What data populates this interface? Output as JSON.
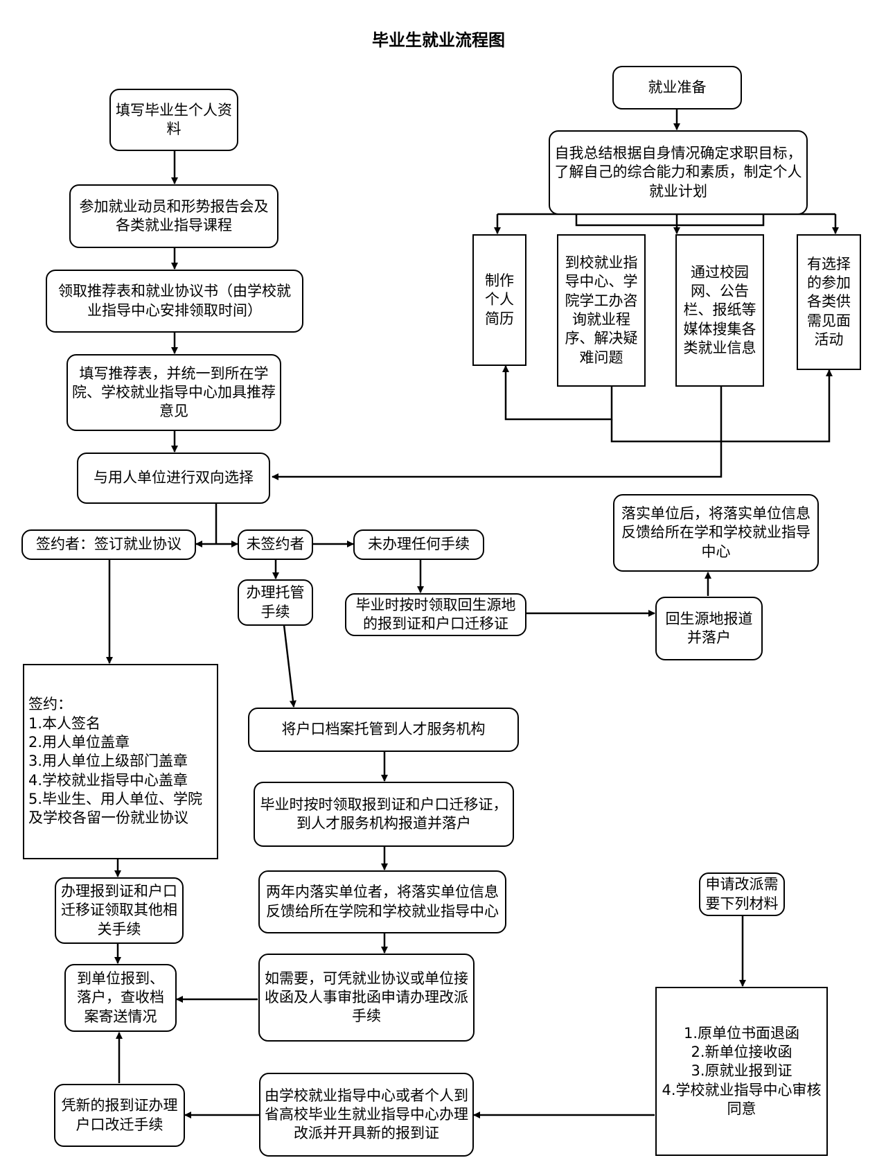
{
  "title": "毕业生就业流程图",
  "nodes": {
    "fill_info": "填写毕业生个人资料",
    "attend_meeting": "参加就业动员和形势报告会及各类就业指导课程",
    "get_forms": "领取推荐表和就业协议书（由学校就业指导中心安排领取时间）",
    "fill_recommend": "填写推荐表，并统一到所在学院、学校就业指导中心加具推荐意见",
    "two_way_select": "与用人单位进行双向选择",
    "signed": "签约者：签订就业协议",
    "unsigned": "未签约者",
    "no_procedure": "未办理任何手续",
    "custody_procedure": "办理托管手续",
    "get_registration_home": "毕业时按时领取回生源地的报到证和户口迁移证",
    "return_home": "回生源地报道并落户",
    "feedback_home": "落实单位后，将落实单位信息反馈给所在学和学校就业指导中心",
    "sign_steps": "签约：\n1.本人签名\n2.用人单位盖章\n3.用人单位上级部门盖章\n4.学校就业指导中心盖章\n5.毕业生、用人单位、学院及学校各留一份就业协议",
    "custody_talent": "将户口档案托管到人才服务机构",
    "get_registration_talent": "毕业时按时领取报到证和户口迁移证，到人才服务机构报道并落户",
    "two_years_feedback": "两年内落实单位者，将落实单位信息反馈给所在学院和学校就业指导中心",
    "apply_reassign": "如需要，可凭就业协议或单位接收函及人事审批函申请办理改派手续",
    "handle_registration": "办理报到证和户口迁移证领取其他相关手续",
    "report_unit": "到单位报到、落户，查收档案寄送情况",
    "new_registration_move": "凭新的报到证办理户口改迁手续",
    "province_reassign": "由学校就业指导中心或者个人到省高校毕业生就业指导中心办理改派并开具新的报到证",
    "reassign_need": "申请改派需要下列材料",
    "reassign_materials": "1.原单位书面退函\n2.新单位接收函\n3.原就业报到证\n4.学校就业指导中心审核同意",
    "prep": "就业准备",
    "self_summary": "自我总结根据自身情况确定求职目标，了解自己的综合能力和素质，制定个人就业计划",
    "make_resume": "制作个人简历",
    "consult_center": "到校就业指导中心、学院学工办咨询就业程序、解决疑难问题",
    "collect_info": "通过校园网、公告栏、报纸等媒体搜集各类就业信息",
    "attend_fair": "有选择的参加各类供需见面活动"
  }
}
